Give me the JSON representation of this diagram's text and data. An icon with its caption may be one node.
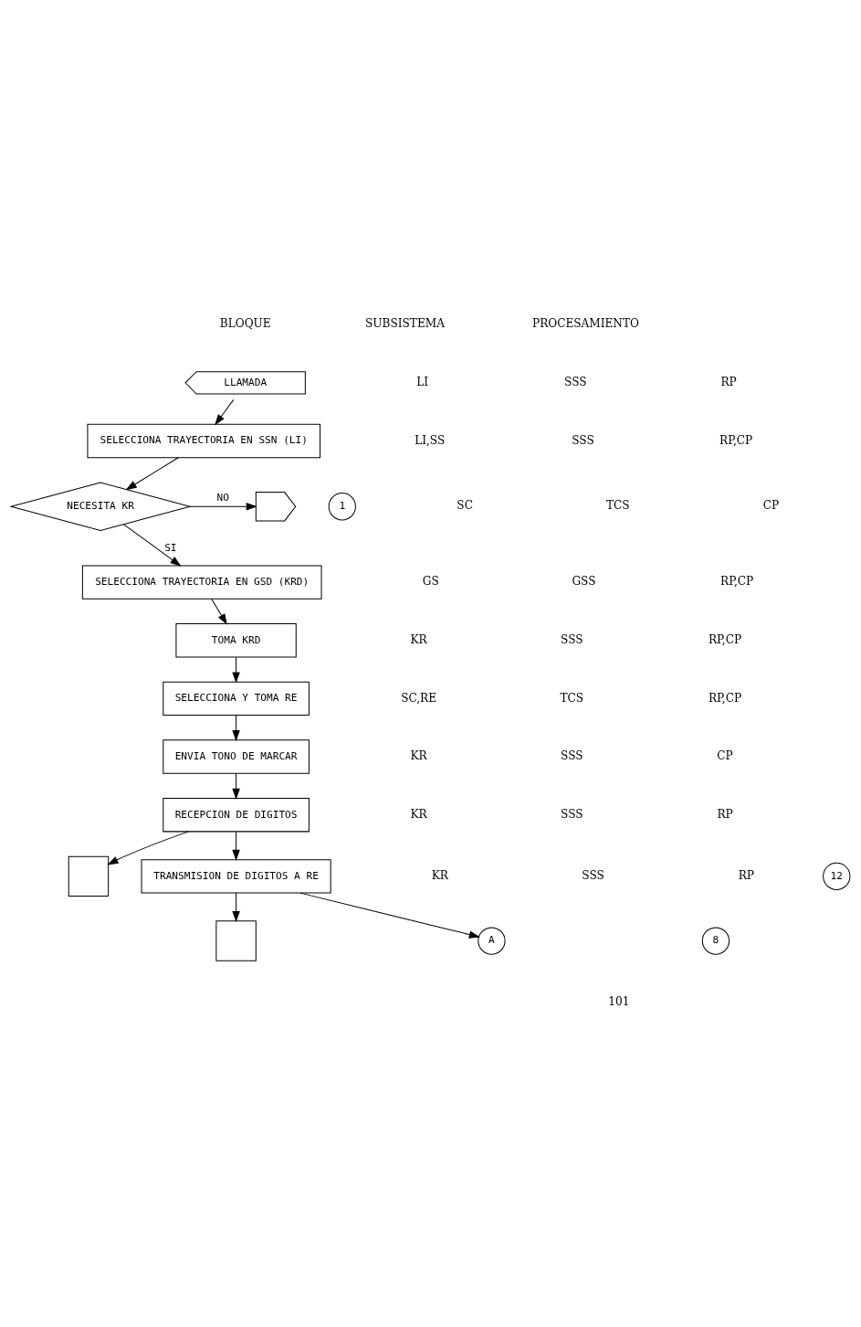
{
  "diagram": {
    "nodes": [
      {
        "text": [
          "LLAMADA"
        ]
      },
      {
        "text": [
          "SELECCIONA TRAYECTORIA EN SSN (LI)"
        ]
      },
      {
        "text": [
          "NECESITA KR"
        ]
      },
      {
        "text": [],
        "shape": "pentagon"
      },
      {
        "text": [
          "1"
        ]
      },
      {
        "text": [
          "SELECCIONA TRAYECTORIA EN GSD (KRD)"
        ]
      },
      {
        "text": [
          "TOMA KRD"
        ]
      },
      {
        "text": [
          "SELECCIONA Y TOMA RE"
        ]
      },
      {
        "text": [
          "ENVIA TONO DE MARCAR"
        ]
      },
      {
        "text": [
          "RECEPCION DE DIGITOS"
        ]
      },
      {
        "text": [],
        "shape": "box"
      },
      {
        "text": [
          "12"
        ]
      },
      {
        "text": [
          "TRANSMISION DE DIGITOS A RE"
        ]
      },
      {
        "text": [],
        "shape": "box"
      },
      {
        "text": [
          "8"
        ]
      },
      {
        "text": [
          "A"
        ]
      }
    ],
    "edges": [
      {
        "from": 0,
        "to": 1,
        "arrow": "to"
      },
      {
        "from": 1,
        "to": 2,
        "arrow": "to"
      },
      {
        "from": 2,
        "to": 3,
        "arrow": "to",
        "label": "NO"
      },
      {
        "from": 2,
        "to": 5,
        "arrow": "to",
        "label": "SI"
      },
      {
        "from": 5,
        "to": 6,
        "arrow": "to"
      },
      {
        "from": 6,
        "to": 7,
        "arrow": "to"
      },
      {
        "from": 7,
        "to": 8,
        "arrow": "to"
      },
      {
        "from": 8,
        "to": 9,
        "arrow": "to"
      },
      {
        "from": 9,
        "to": 10,
        "arrow": "to"
      },
      {
        "from": 9,
        "to": 12,
        "arrow": "to"
      },
      {
        "from": 12,
        "to": 13,
        "arrow": "to"
      },
      {
        "from": 12,
        "to": 15,
        "arrow": "to"
      }
    ],
    "labels": [
      "BLOQUE",
      "SUBSISTEMA",
      "PROCESAMIENTO",
      "LI",
      "SSS",
      "RP",
      "LI,SS",
      "SSS",
      "RP,CP",
      "SC",
      "TCS",
      "CP",
      "GS",
      "GSS",
      "RP,CP",
      "KR",
      "SSS",
      "RP,CP",
      "SC,RE",
      "TCS",
      "RP,CP",
      "KR",
      "SSS",
      "CP",
      "KR",
      "SSS",
      "RP",
      "KR",
      "SSS",
      "RP",
      "101"
    ]
  }
}
